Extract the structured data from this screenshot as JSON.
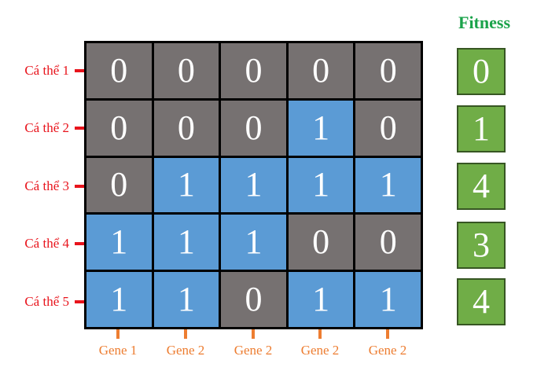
{
  "colors": {
    "gene0": "#767171",
    "gene1": "#5b9bd5",
    "fitness_box": "#70ad47",
    "row_label": "#e8141c",
    "col_label": "#ed7d31",
    "fitness_title": "#1aa34a"
  },
  "fitness_title": "Fitness",
  "rows": [
    {
      "label": "Cá thể 1",
      "genes": [
        "0",
        "0",
        "0",
        "0",
        "0"
      ],
      "fitness": "0"
    },
    {
      "label": "Cá thể 2",
      "genes": [
        "0",
        "0",
        "0",
        "1",
        "0"
      ],
      "fitness": "1"
    },
    {
      "label": "Cá thể 3",
      "genes": [
        "0",
        "1",
        "1",
        "1",
        "1"
      ],
      "fitness": "4"
    },
    {
      "label": "Cá thể 4",
      "genes": [
        "1",
        "1",
        "1",
        "0",
        "0"
      ],
      "fitness": "3"
    },
    {
      "label": "Cá thể 5",
      "genes": [
        "1",
        "1",
        "0",
        "1",
        "1"
      ],
      "fitness": "4"
    }
  ],
  "columns": [
    "Gene 1",
    "Gene 2",
    "Gene 2",
    "Gene 2",
    "Gene 2"
  ]
}
